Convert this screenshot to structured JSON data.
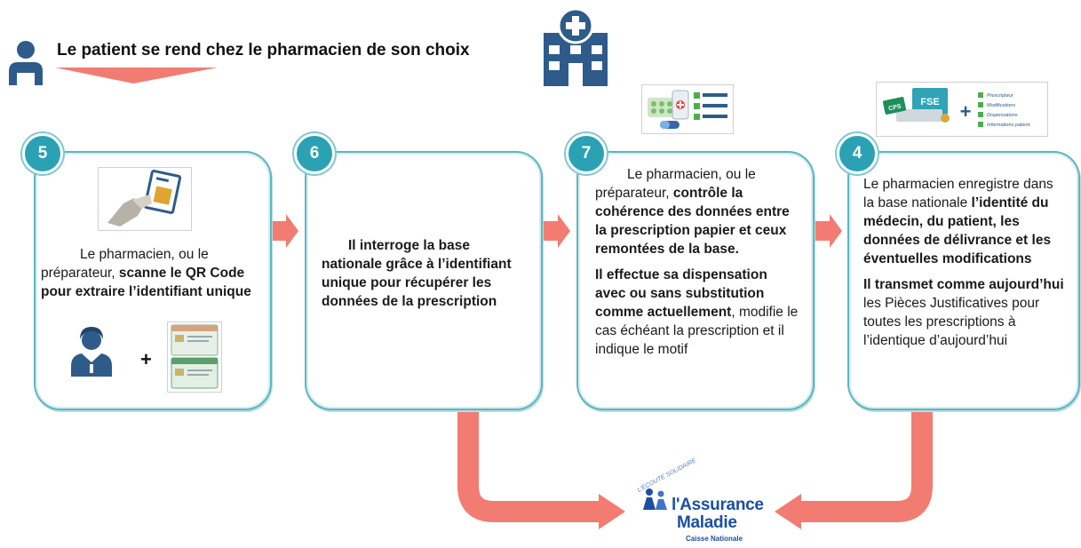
{
  "header": {
    "title": "Le patient se rend chez le pharmacien de son choix"
  },
  "steps": [
    {
      "badge": "5",
      "t1": "Le pharmacien, ou le préparateur, ",
      "t2": "scanne le QR Code pour extraire l’identifiant unique"
    },
    {
      "badge": "6",
      "t1": "Il interroge la base nationale grâce à l’identifiant unique pour récupérer les données de la prescription"
    },
    {
      "badge": "7",
      "p1a": "Le pharmacien, ou le préparateur, ",
      "p1b": "contrôle la cohérence des données entre la prescription papier et ceux remontées de la base.",
      "p2a": "Il effectue sa dispensation  avec ou sans substitution comme actuellement",
      "p2b": ", modifie le cas échéant la prescription et il indique le motif"
    },
    {
      "badge": "4",
      "p1a": "Le pharmacien enregistre dans la base nationale ",
      "p1b": "l’identité du médecin, du patient, les données de délivrance et les éventuelles modifications",
      "p2a": "Il transmet comme aujourd’hui",
      "p2b": " les Pièces Justificatives pour toutes les prescriptions à l’identique d’aujourd’hui"
    }
  ],
  "icons": {
    "patient": "person-icon",
    "hospital": "hospital-building-icon",
    "scanner": "qr-scanner-icon",
    "pharmacist": "pharmacist-icon",
    "cps_card": "cps-card-icon",
    "pills": "pills-checklist-icon",
    "fse": "fse-terminal-icon"
  },
  "plus_sign": "+",
  "fse_card": {
    "cps": "CPS",
    "fse": "FSE",
    "items": [
      "Prescripteur",
      "Modifications",
      "Dispensations",
      "Informations patient"
    ]
  },
  "logo": {
    "arc": "L'ÉCOUTE SOLIDAIRE",
    "line1": "l'Assurance",
    "line2": "Maladie",
    "sub": "Caisse Nationale"
  },
  "colors": {
    "teal": "#2aa2b3",
    "box_border": "#5eb6bf",
    "arrow_salmon": "#f27c72",
    "icon_blue": "#2e5b8a",
    "logo_blue": "#1b4fa3"
  }
}
